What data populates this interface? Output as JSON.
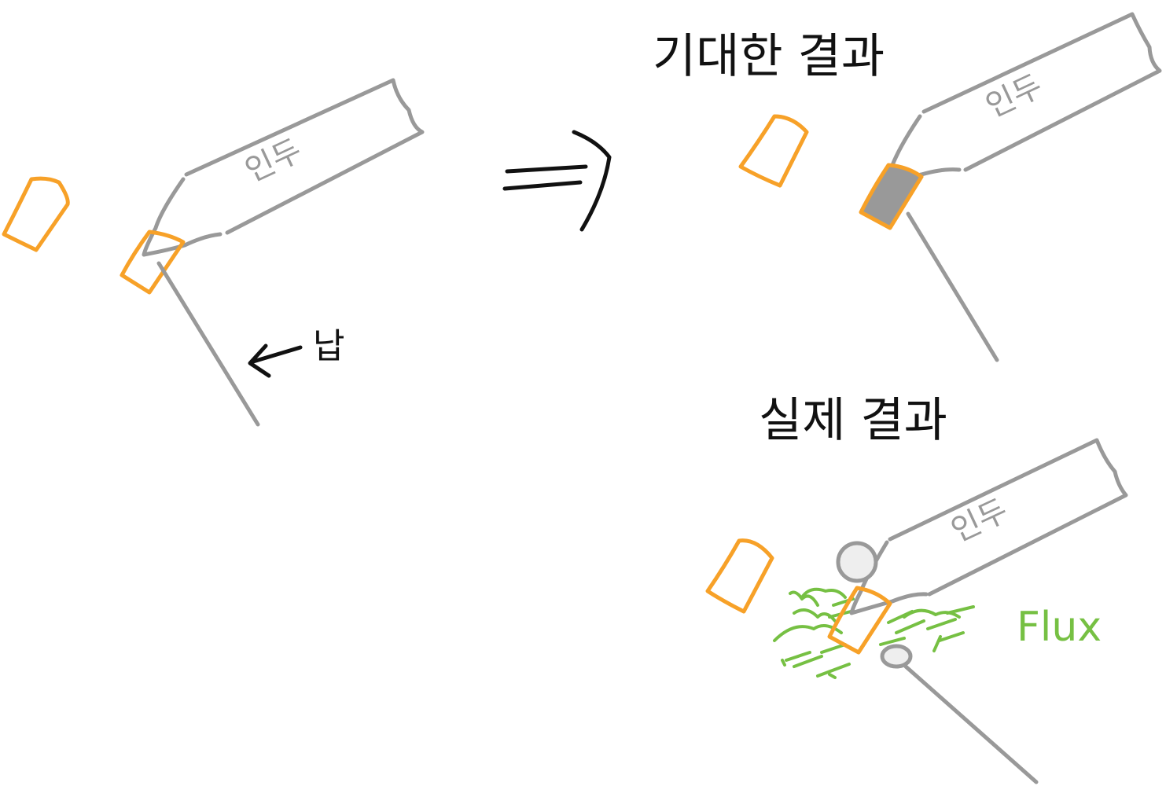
{
  "colors": {
    "ink": "#111111",
    "iron": "#999999",
    "wire": "#f7a128",
    "solder_fill": "#999999",
    "ball_fill": "#eeeeee",
    "flux": "#76c043"
  },
  "labels": {
    "iron_label": "인두",
    "lead_label": "납",
    "expected_title": "기대한 결과",
    "actual_title": "실제 결과",
    "flux_label": "Flux"
  },
  "scenes": {
    "before": {
      "iron_label": "인두",
      "lead_label": "납"
    },
    "expected": {
      "title": "기대한 결과",
      "iron_label": "인두"
    },
    "actual": {
      "title": "실제 결과",
      "iron_label": "인두",
      "flux_label": "Flux"
    }
  },
  "connector": {
    "arrow_icon": "double-arrow-right-icon"
  }
}
